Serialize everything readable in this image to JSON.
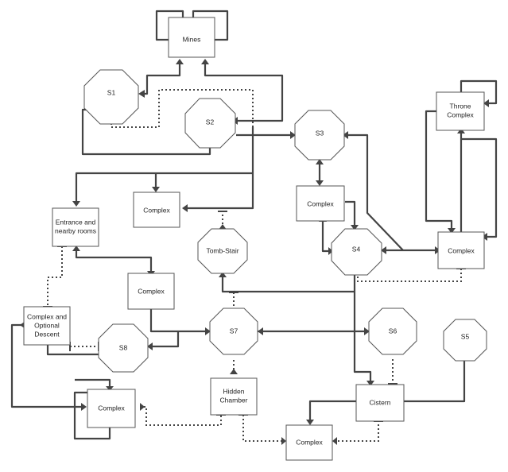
{
  "nodes": {
    "mines": {
      "label": "Mines"
    },
    "s1": {
      "label": "S1"
    },
    "s2": {
      "label": "S2"
    },
    "s3": {
      "label": "S3"
    },
    "throne": {
      "line1": "Throne",
      "line2": "Complex"
    },
    "complex_upper_left": {
      "label": "Complex"
    },
    "complex_mid_right": {
      "label": "Complex"
    },
    "s4": {
      "label": "S4"
    },
    "complex_right": {
      "label": "Complex"
    },
    "entrance": {
      "line1": "Entrance and",
      "line2": "nearby rooms"
    },
    "tomb_stair": {
      "label": "Tomb-Stair"
    },
    "complex_mid_left": {
      "label": "Complex"
    },
    "complex_optional": {
      "line1": "Complex and",
      "line2": "Optional",
      "line3": "Descent"
    },
    "s8": {
      "label": "S8"
    },
    "s7": {
      "label": "S7"
    },
    "s6": {
      "label": "S6"
    },
    "s5": {
      "label": "S5"
    },
    "complex_lower_left": {
      "label": "Complex"
    },
    "hidden_chamber": {
      "line1": "Hidden",
      "line2": "Chamber"
    },
    "cistern": {
      "label": "Cistern"
    },
    "complex_bottom": {
      "label": "Complex"
    }
  },
  "colors": {
    "line": "#444444",
    "shape_stroke": "#555555",
    "text": "#222222",
    "background": "#ffffff"
  }
}
